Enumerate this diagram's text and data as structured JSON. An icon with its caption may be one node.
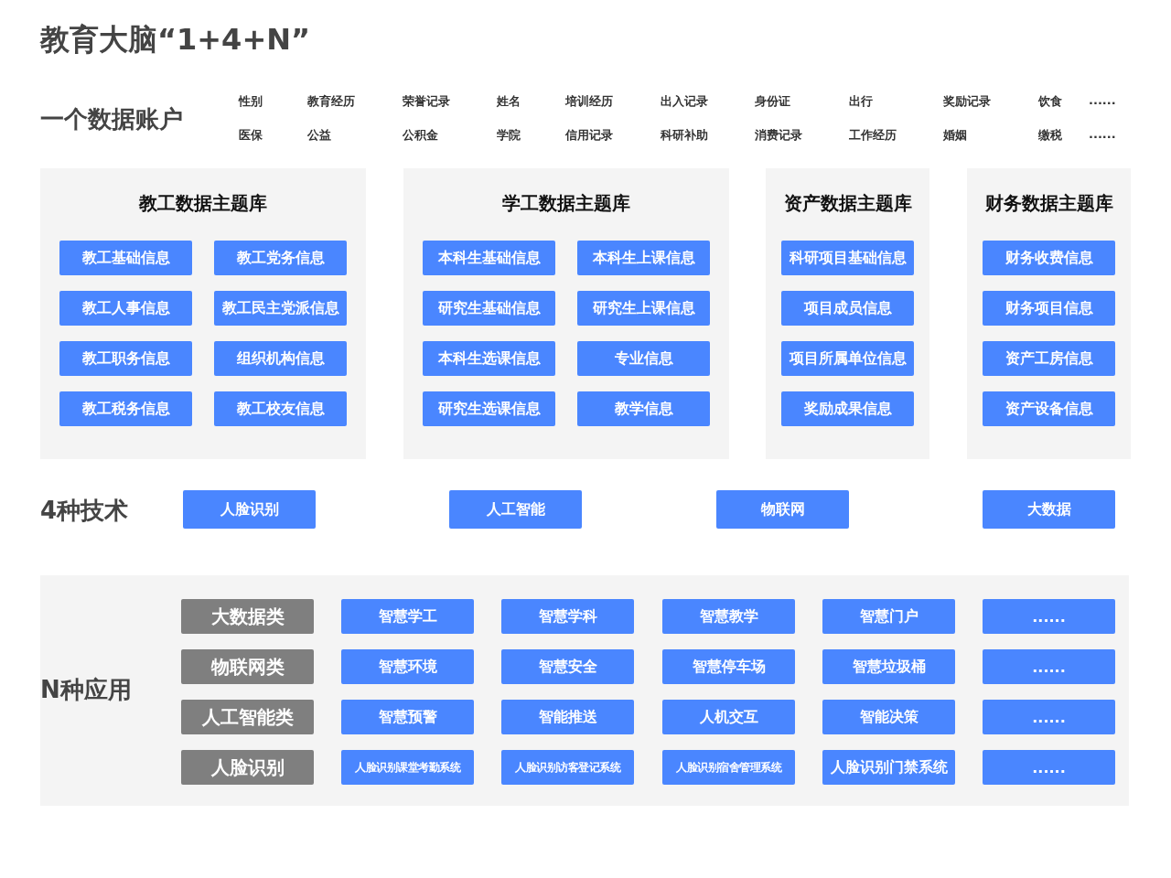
{
  "diagram": {
    "title": "教育大脑“1+4+N”",
    "nodes": [
      {
        "text": [
          "教工数据主题库"
        ]
      },
      {
        "text": [
          "教工基础信息"
        ],
        "in": 0
      },
      {
        "text": [
          "教工党务信息"
        ],
        "in": 0
      },
      {
        "text": [
          "教工人事信息"
        ],
        "in": 0
      },
      {
        "text": [
          "教工民主党派信息"
        ],
        "in": 0
      },
      {
        "text": [
          "教工职务信息"
        ],
        "in": 0
      },
      {
        "text": [
          "组织机构信息"
        ],
        "in": 0
      },
      {
        "text": [
          "教工税务信息"
        ],
        "in": 0
      },
      {
        "text": [
          "教工校友信息"
        ],
        "in": 0
      },
      {
        "text": [
          "学工数据主题库"
        ]
      },
      {
        "text": [
          "本科生基础信息"
        ],
        "in": 9
      },
      {
        "text": [
          "本科生上课信息"
        ],
        "in": 9
      },
      {
        "text": [
          "研究生基础信息"
        ],
        "in": 9
      },
      {
        "text": [
          "研究生上课信息"
        ],
        "in": 9
      },
      {
        "text": [
          "本科生选课信息"
        ],
        "in": 9
      },
      {
        "text": [
          "专业信息"
        ],
        "in": 9
      },
      {
        "text": [
          "研究生选课信息"
        ],
        "in": 9
      },
      {
        "text": [
          "教学信息"
        ],
        "in": 9
      },
      {
        "text": [
          "资产数据主题库"
        ]
      },
      {
        "text": [
          "科研项目基础信息"
        ],
        "in": 18
      },
      {
        "text": [
          "项目成员信息"
        ],
        "in": 18
      },
      {
        "text": [
          "项目所属单位信息"
        ],
        "in": 18
      },
      {
        "text": [
          "奖励成果信息"
        ],
        "in": 18
      },
      {
        "text": [
          "财务数据主题库"
        ]
      },
      {
        "text": [
          "财务收费信息"
        ],
        "in": 23
      },
      {
        "text": [
          "财务项目信息"
        ],
        "in": 23
      },
      {
        "text": [
          "资产工房信息"
        ],
        "in": 23
      },
      {
        "text": [
          "资产设备信息"
        ],
        "in": 23
      },
      {
        "text": [
          "人脸识别"
        ]
      },
      {
        "text": [
          "人工智能"
        ]
      },
      {
        "text": [
          "物联网"
        ]
      },
      {
        "text": [
          "大数据"
        ]
      },
      {
        "text": [
          "N种应用"
        ]
      },
      {
        "text": [
          "大数据类"
        ],
        "in": 32
      },
      {
        "text": [
          "智慧学工"
        ],
        "in": 32
      },
      {
        "text": [
          "智慧学科"
        ],
        "in": 32
      },
      {
        "text": [
          "智慧教学"
        ],
        "in": 32
      },
      {
        "text": [
          "智慧门户"
        ],
        "in": 32
      },
      {
        "text": [
          "......"
        ],
        "in": 32
      },
      {
        "text": [
          "物联网类"
        ],
        "in": 32
      },
      {
        "text": [
          "智慧环境"
        ],
        "in": 32
      },
      {
        "text": [
          "智慧安全"
        ],
        "in": 32
      },
      {
        "text": [
          "智慧停车场"
        ],
        "in": 32
      },
      {
        "text": [
          "智慧垃圾桶"
        ],
        "in": 32
      },
      {
        "text": [
          "......"
        ],
        "in": 32
      },
      {
        "text": [
          "人工智能类"
        ],
        "in": 32
      },
      {
        "text": [
          "智慧预警"
        ],
        "in": 32
      },
      {
        "text": [
          "智能推送"
        ],
        "in": 32
      },
      {
        "text": [
          "人机交互"
        ],
        "in": 32
      },
      {
        "text": [
          "智能决策"
        ],
        "in": 32
      },
      {
        "text": [
          "......"
        ],
        "in": 32
      },
      {
        "text": [
          "人脸识别"
        ],
        "in": 32
      },
      {
        "text": [
          "人脸识别课堂考勤系统"
        ],
        "in": 32
      },
      {
        "text": [
          "人脸识别访客登记系统"
        ],
        "in": 32
      },
      {
        "text": [
          "人脸识别宿舍管理系统"
        ],
        "in": 32
      },
      {
        "text": [
          "人脸识别门禁系统"
        ],
        "in": 32
      },
      {
        "text": [
          "......"
        ],
        "in": 32
      }
    ],
    "edges": [],
    "labels": [
      "一个数据账户",
      "性别",
      "教育经历",
      "荣誉记录",
      "姓名",
      "培训经历",
      "出入记录",
      "身份证",
      "出行",
      "奖励记录",
      "饮食",
      "......",
      "医保",
      "公益",
      "公积金",
      "学院",
      "信用记录",
      "科研补助",
      "消费记录",
      "工作经历",
      "婚姻",
      "缴税",
      "......",
      "4种技术"
    ]
  }
}
